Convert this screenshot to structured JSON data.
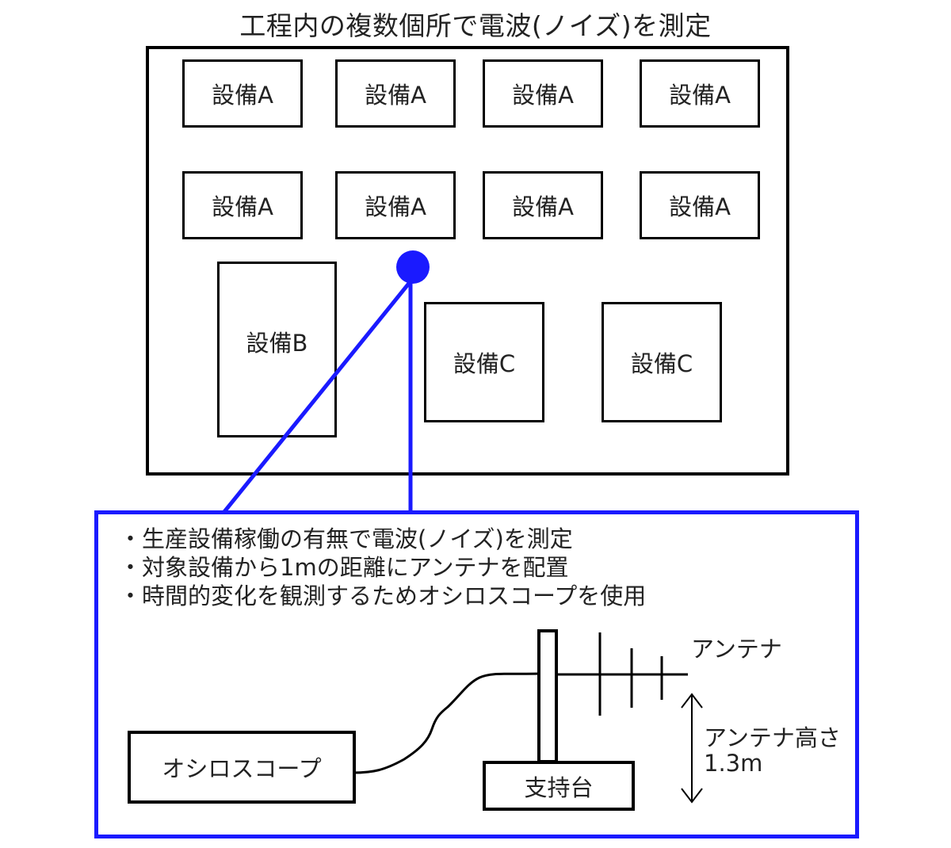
{
  "title": "工程内の複数個所で電波(ノイズ)を測定",
  "equipment": {
    "a": [
      "設備A",
      "設備A",
      "設備A",
      "設備A",
      "設備A",
      "設備A",
      "設備A",
      "設備A"
    ],
    "b": "設備B",
    "c": [
      "設備C",
      "設備C"
    ]
  },
  "notes": [
    "・生産設備稼働の有無で電波(ノイズ)を測定",
    "・対象設備から1mの距離にアンテナを配置",
    "・時間的変化を観測するためオシロスコープを使用"
  ],
  "setup": {
    "oscilloscope": "オシロスコープ",
    "stand": "支持台",
    "antenna": "アンテナ",
    "antenna_height_label": "アンテナ高さ",
    "antenna_height_value": "1.3m"
  },
  "colors": {
    "highlight": "#1a1aff",
    "outline": "#000000"
  }
}
